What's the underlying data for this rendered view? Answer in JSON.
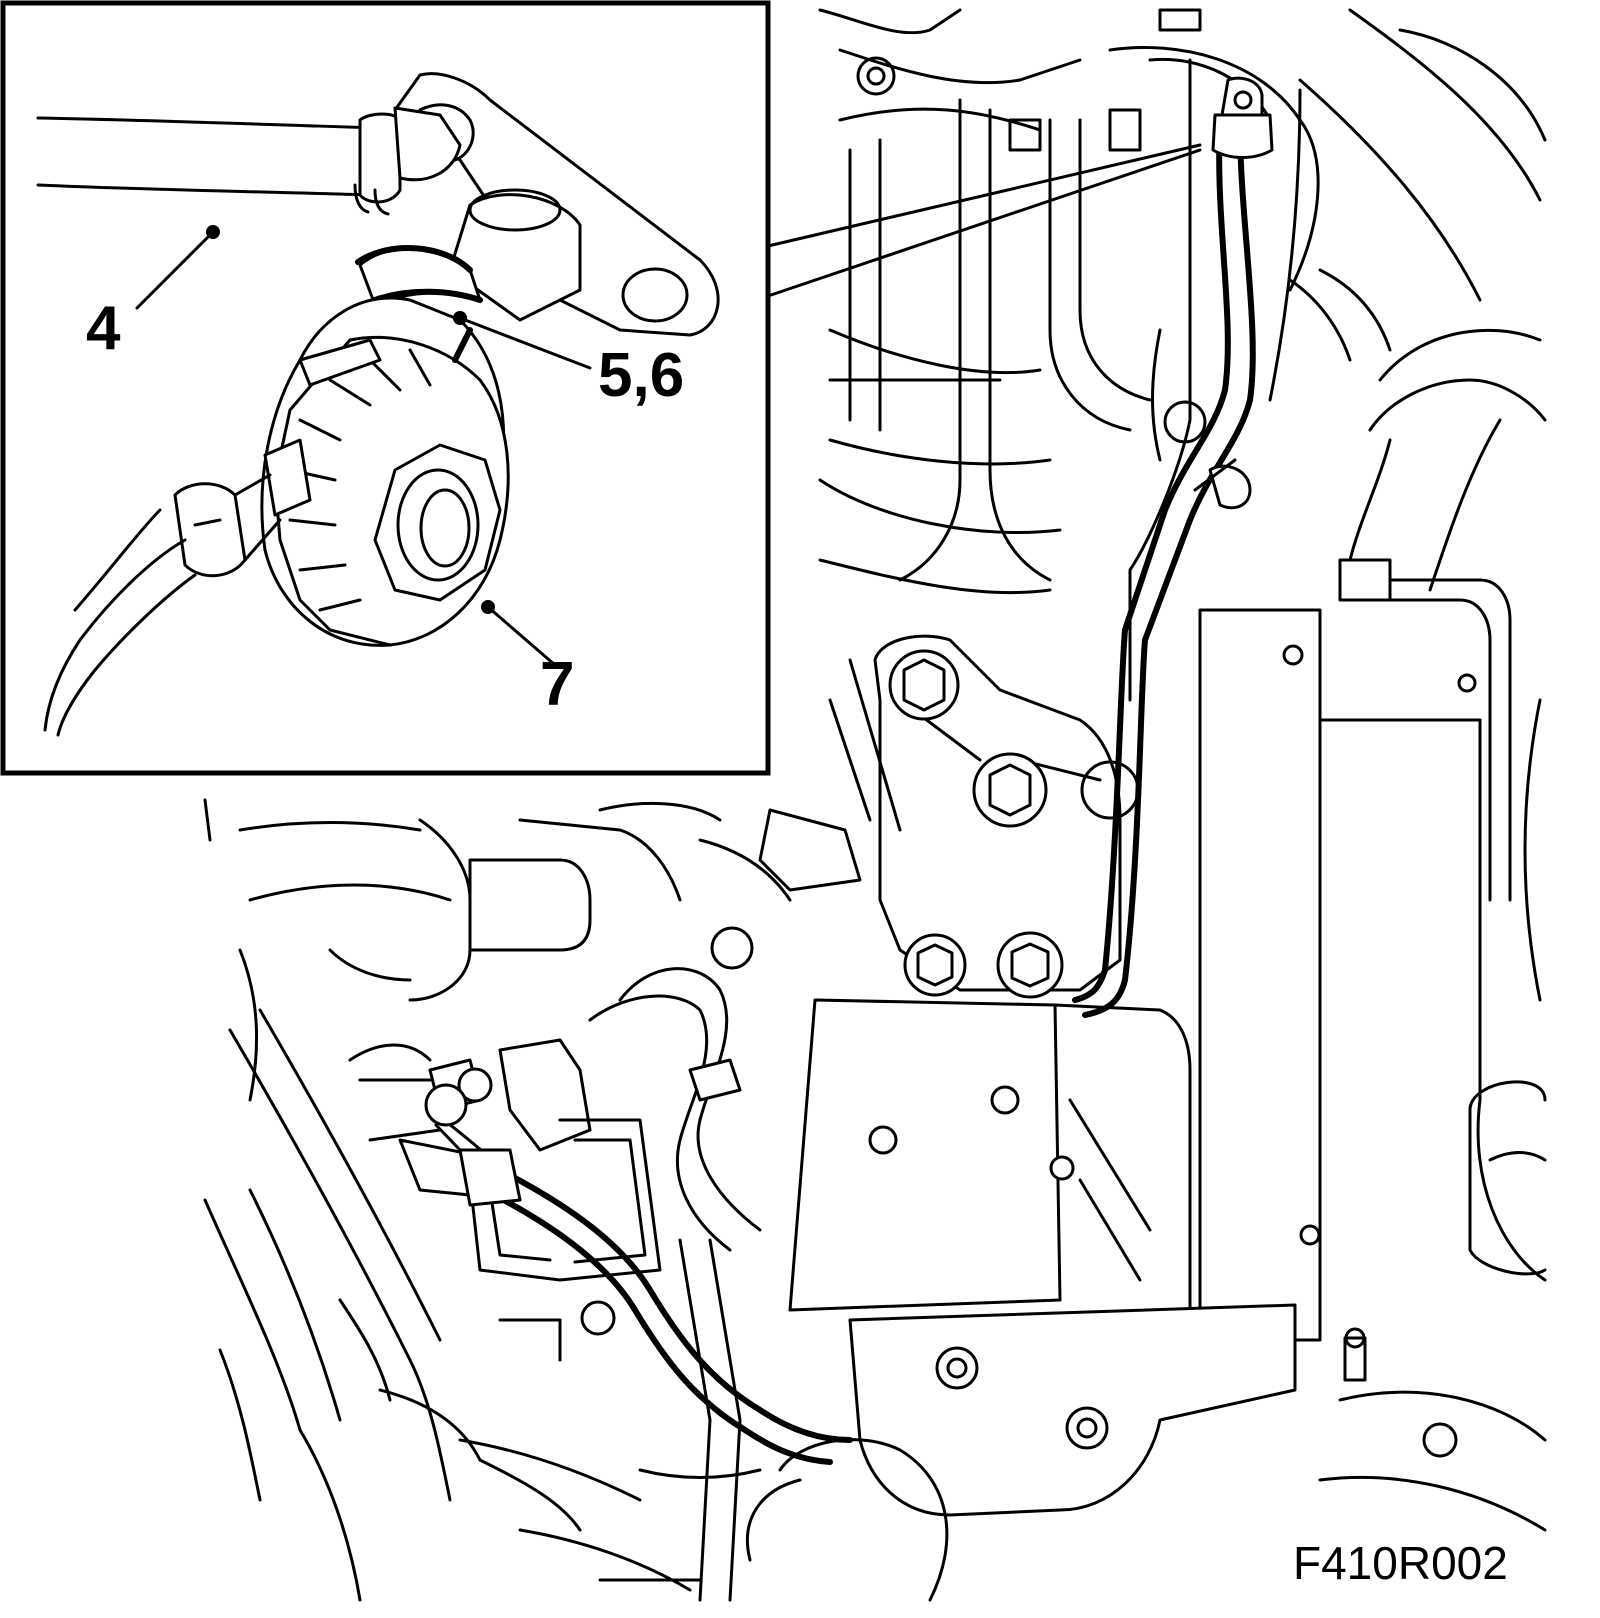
{
  "callouts": {
    "label_4": "4",
    "label_5_6": "5,6",
    "label_7": "7"
  },
  "figure_code": "F410R002"
}
